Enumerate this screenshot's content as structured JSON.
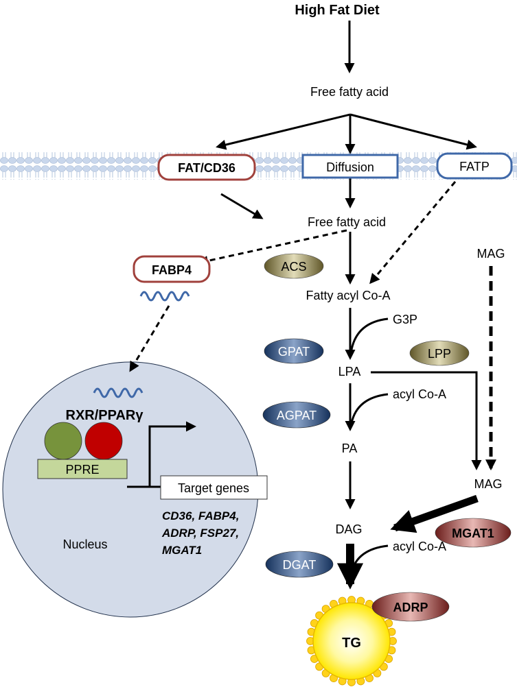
{
  "title": "High Fat Diet",
  "metabolites": {
    "ffa_top": "Free fatty acid",
    "ffa_mid": "Free fatty acid",
    "fatty_acyl_coa": "Fatty acyl Co-A",
    "g3p": "G3P",
    "lpa": "LPA",
    "acyl_coa_1": "acyl Co-A",
    "pa": "PA",
    "dag": "DAG",
    "acyl_coa_2": "acyl Co-A",
    "mag_top": "MAG",
    "mag_mid": "MAG",
    "tg": "TG"
  },
  "transporters": {
    "fat_cd36": "FAT/CD36",
    "diffusion": "Diffusion",
    "fatp": "FATP"
  },
  "enzymes": {
    "acs": "ACS",
    "gpat": "GPAT",
    "lpp": "LPP",
    "agpat": "AGPAT",
    "dgat": "DGAT",
    "mgat1": "MGAT1",
    "adrp": "ADRP"
  },
  "fabp4": "FABP4",
  "nucleus": {
    "label": "Nucleus",
    "receptor": "RXR/PPARγ",
    "ppre": "PPRE",
    "target_genes": "Target genes",
    "gene_list": [
      "CD36, FABP4,",
      "ADRP, FSP27,",
      "MGAT1"
    ]
  },
  "colors": {
    "red_outline": "#a0413c",
    "blue_outline": "#3f68a8",
    "membrane": "#c9d7ec",
    "nucleus_fill": "#d3dbe9",
    "ppre_fill": "#c4d79b",
    "rxr_green": "#77933c",
    "ppar_red": "#c00000",
    "droplet_fill": "#fff200"
  }
}
